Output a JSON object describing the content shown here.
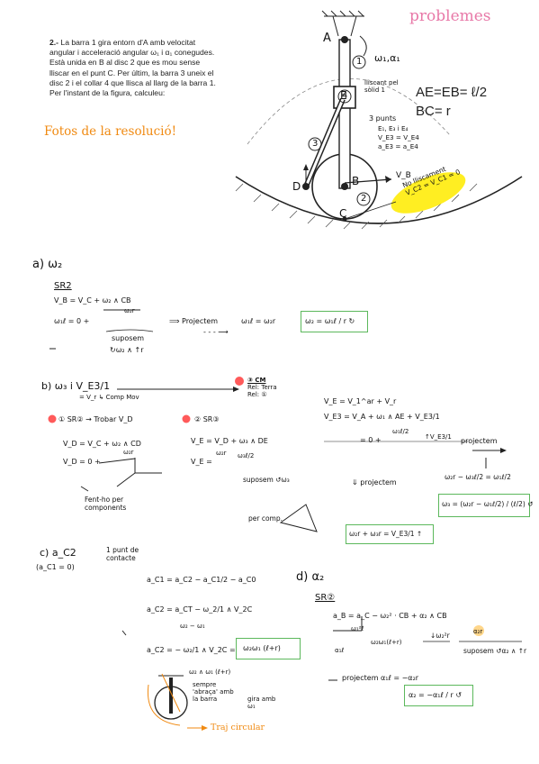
{
  "header_note": "problemes",
  "problem": {
    "number": "2.-",
    "text": "La barra 1 gira entorn d'A amb velocitat angular i acceleració angular ω₁ i α₁ conegudes. Està unida en B al disc 2 que es mou sense lliscar en el punt C. Per últim, la barra 3 uneix el disc 2 i el collar 4 que llisca al llarg de la barra 1. Per l'instant de la figura, calculeu:"
  },
  "photos_note": "Fotos de la resolució!",
  "figure": {
    "points": [
      "A",
      "E",
      "B",
      "C",
      "D"
    ],
    "numbers": [
      "1",
      "4",
      "3",
      "2"
    ],
    "omega_alpha": "ω₁,α₁",
    "lliscant_note": "lliscant pel sòlid 1",
    "tres_punts": "3 punts",
    "tres_punts_lines": [
      "E₁, E₃ i E₄",
      "V_E3 = V_E4",
      "a_E3 = a_E4"
    ],
    "vb": "V_B",
    "dims": [
      "AE=EB= ℓ/2",
      "BC= r"
    ],
    "no_lliscament": [
      "No lliscament",
      "V_C2 = V_C1 = 0"
    ]
  },
  "part_a": {
    "heading": "a) ω₂",
    "sr": "SR2",
    "lines": [
      "V_B = V_C + ω₂ ∧ CB",
      "ω₁ℓ = 0 +",
      "ω₂r",
      "suposem",
      "↻ω₂ ∧ ↑r",
      "⟹ Projectem",
      "ω₁ℓ = ω₂r",
      "- - - ⟶"
    ],
    "result": "ω₂ = ω₁ℓ / r  ↻"
  },
  "part_b": {
    "heading": "b) ω₃ i V_E3/1",
    "sub_heading": "= V_r  ↳ Comp Mov",
    "left_lines": [
      "① SR② → Trobar V_D",
      "V_D = V_C + ω₂ ∧ CD",
      "V_D = 0 +",
      "ω₂r",
      "Fent-ho per components"
    ],
    "cm_lines": [
      "③ CM",
      "Rel: Terra",
      "Rel: ①"
    ],
    "mid_lines": [
      "② SR③",
      "V_E = V_D + ω₃ ∧ DE",
      "V_E =",
      "ω₂r",
      "ω₃ℓ/2",
      "suposem ↺ω₃",
      "per comp."
    ],
    "right_lines": [
      "V_E = V_1^ar + V_r",
      "V_E3 = V_A + ω₁ ∧ AE + V_E3/1",
      "= 0 +",
      "ω₁ℓ/2",
      "↑V_E3/1",
      "projectem",
      "ω₂r − ω₃ℓ/2 = ω₁ℓ/2",
      "⇓ projectem"
    ],
    "result_1": "ω₃ = (ω₂r − ω₁ℓ/2) / (ℓ/2)  ↺",
    "result_2": "ω₂r + ω₃r = V_E3/1  ↑"
  },
  "part_c": {
    "heading": "c) a_C2",
    "sub": "(a_C1 = 0)",
    "note": "1 punt de contacte",
    "lines": [
      "a_C1 = a_C2 − a_C1/2 − a_C0",
      "a_C2 = a_CT − ω_2/1 ∧ V_2C",
      "ω₂ − ω₁",
      "a_C2 = − ω₂/1 ∧ V_2C =",
      "ω₂ ∧ ω₁ (ℓ+r)",
      "sempre 'abraça' amb la barra",
      "gira amb ω₁",
      "Traj circular"
    ],
    "result": "ω₂ω₁ (ℓ+r)"
  },
  "part_d": {
    "heading": "d) α₂",
    "sr": "SR②",
    "lines": [
      "a_B = a_C − ω₂² · CB + α₂ ∧ CB",
      "ω₁²ℓ",
      "α₁ℓ",
      "ω₂ω₁(ℓ+r)",
      "↓ω₂²r",
      "α₂r",
      "suposem ↺α₂ ∧ ↑r",
      "projectem  α₁ℓ = −α₂r"
    ],
    "result": "α₂ = −α₁ℓ / r  ↺"
  }
}
